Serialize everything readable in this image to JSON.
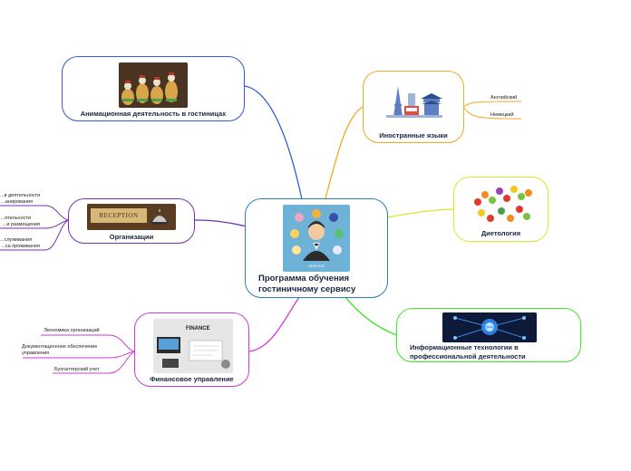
{
  "central": {
    "title_line1": "Программа обучения",
    "title_line2": "гостиничному сервису",
    "badge": "SERVICE"
  },
  "topics": {
    "animation": {
      "label": "Анимационная деятельность в гостиницах"
    },
    "languages": {
      "label": "Иностранные языки",
      "children": [
        "Английский",
        "Немецкий"
      ]
    },
    "organizations": {
      "label": "Организации",
      "thumb_text": "RECEPTION",
      "children": [
        "...в деятельности",
        "...анирования",
        "...ятельности",
        "...и размещения",
        "...служивания",
        "...са проживания"
      ]
    },
    "diet": {
      "label": "Диетология"
    },
    "it": {
      "label_line1": "Информационные технологии в",
      "label_line2": "профессиональной деятельности"
    },
    "finance": {
      "label": "Финансовое управление",
      "thumb_text": "FINANCE",
      "children": [
        "Экономика организаций",
        "Документационное обеспечение",
        "управления",
        "Бухгалтерский учет"
      ]
    }
  },
  "colors": {
    "animation": "#2f5bd3",
    "languages": "#f5a623",
    "organizations": "#7b2fb0",
    "diet": "#d9e62a",
    "it": "#3ee62a",
    "finance": "#d23bd3",
    "central": "#2b7fb8"
  }
}
